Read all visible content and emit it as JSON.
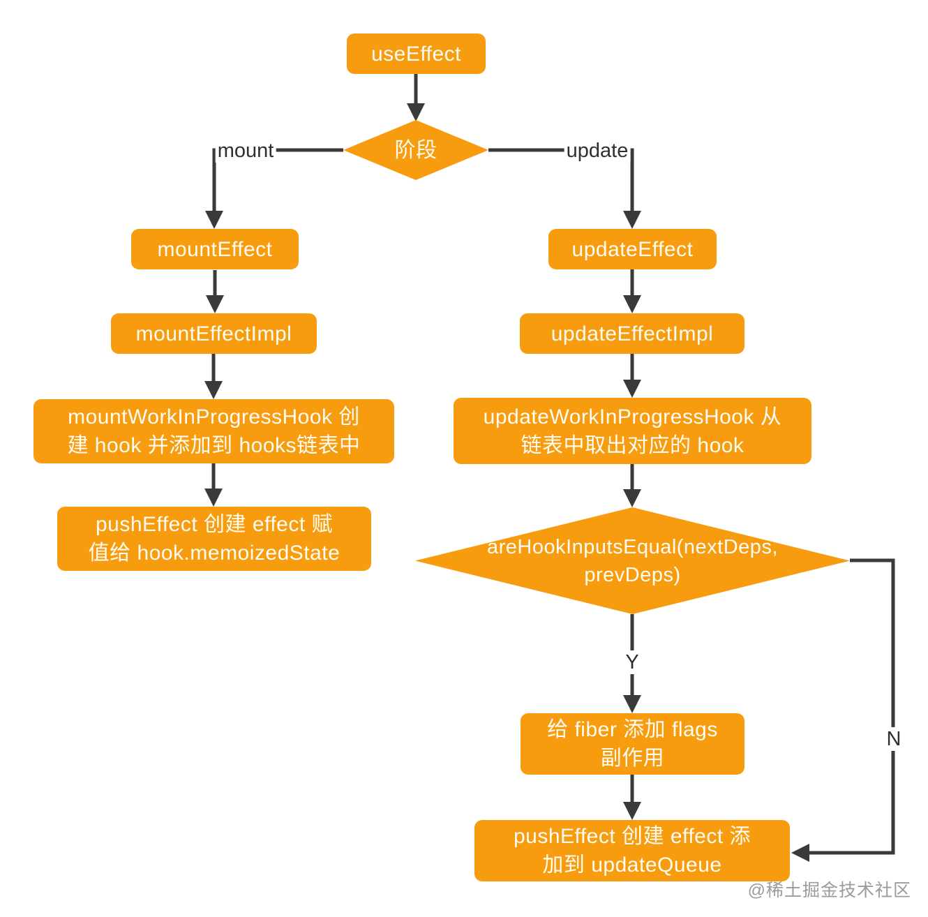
{
  "colors": {
    "node-fill": "#F89C0F",
    "node-text": "#FEFCF2",
    "line": "#3A3A3A",
    "edge-label": "#2F2F2F",
    "watermark": "#9B9B9B",
    "canvas": "#FFFFFF"
  },
  "nodes": {
    "use_effect": {
      "label": "useEffect"
    },
    "stage": {
      "label": "阶段"
    },
    "mount_effect": {
      "label": "mountEffect"
    },
    "mount_effect_impl": {
      "label": "mountEffectImpl"
    },
    "mount_wip": {
      "label": "mountWorkInProgressHook 创\n建 hook 并添加到 hooks链表中"
    },
    "push_mount": {
      "label": "pushEffect 创建 effect 赋\n值给 hook.memoizedState"
    },
    "update_effect": {
      "label": "updateEffect"
    },
    "update_effect_impl": {
      "label": "updateEffectImpl"
    },
    "update_wip": {
      "label": "updateWorkInProgressHook 从\n链表中取出对应的 hook"
    },
    "are_equal": {
      "label": "areHookInputsEqual(nextDeps,\nprevDeps)"
    },
    "fiber_flags": {
      "label": "给 fiber 添加 flags\n副作用"
    },
    "push_update": {
      "label": "pushEffect 创建 effect 添\n加到 updateQueue"
    }
  },
  "edge_labels": {
    "mount": "mount",
    "update": "update",
    "yes": "Y",
    "no": "N"
  },
  "watermark": "@稀土掘金技术社区"
}
